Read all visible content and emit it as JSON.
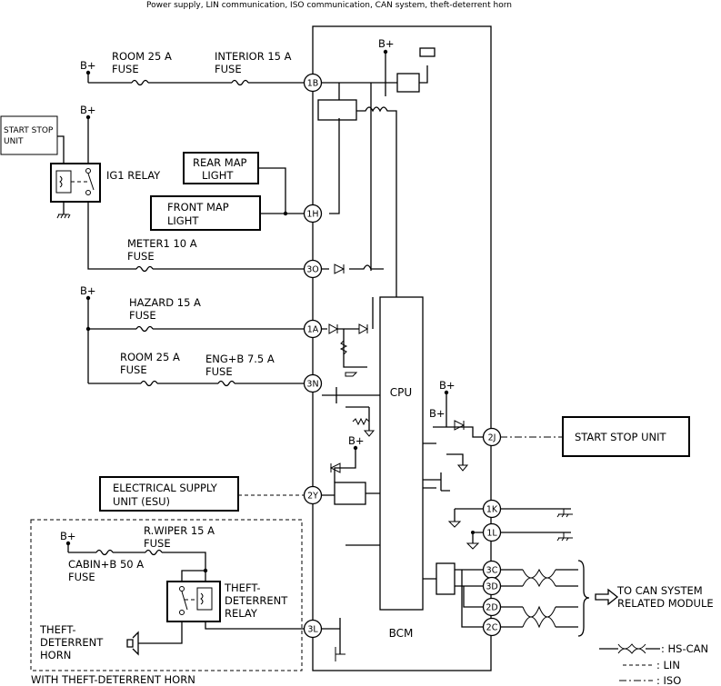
{
  "title": "Power supply, LIN communication, ISO communication, CAN system, theft-deterrent horn",
  "supply": {
    "bplus": "B+"
  },
  "fuses": {
    "room25a_top": "ROOM 25 A",
    "room25a_top_2": "FUSE",
    "interior15a": "INTERIOR 15 A",
    "interior15a_2": "FUSE",
    "meter1": "METER1 10 A",
    "meter1_2": "FUSE",
    "hazard": "HAZARD 15 A",
    "hazard_2": "FUSE",
    "room25a_mid": "ROOM 25 A",
    "room25a_mid_2": "FUSE",
    "engb": "ENG+B 7.5 A",
    "engb_2": "FUSE",
    "rwiper": "R.WIPER 15 A",
    "rwiper_2": "FUSE",
    "cabin": "CABIN+B 50 A",
    "cabin_2": "FUSE"
  },
  "components": {
    "start_stop_left_1": "START STOP",
    "start_stop_left_2": "UNIT",
    "ig1_relay": "IG1 RELAY",
    "rear_map_1": "REAR MAP",
    "rear_map_2": "LIGHT",
    "front_map_1": "FRONT MAP",
    "front_map_2": "LIGHT",
    "esu_1": "ELECTRICAL SUPPLY",
    "esu_2": "UNIT (ESU)",
    "start_stop_right": "START STOP UNIT",
    "theft_relay_1": "THEFT-",
    "theft_relay_2": "DETERRENT",
    "theft_relay_3": "RELAY",
    "theft_horn_1": "THEFT-",
    "theft_horn_2": "DETERRENT",
    "theft_horn_3": "HORN",
    "with_horn": "WITH THEFT-DETERRENT HORN",
    "cpu": "CPU",
    "bcm": "BCM",
    "can_target_1": "TO CAN SYSTEM",
    "can_target_2": "RELATED MODULE"
  },
  "pins": {
    "p1B": "1B",
    "p1H": "1H",
    "p3O": "3O",
    "p1A": "1A",
    "p3N": "3N",
    "p2J": "2J",
    "p2Y": "2Y",
    "p1K": "1K",
    "p1L": "1L",
    "p3C": "3C",
    "p3D": "3D",
    "p2D": "2D",
    "p2C": "2C",
    "p3L": "3L"
  },
  "legend": {
    "hs_can": ": HS-CAN",
    "lin": ": LIN",
    "iso": ": ISO"
  }
}
